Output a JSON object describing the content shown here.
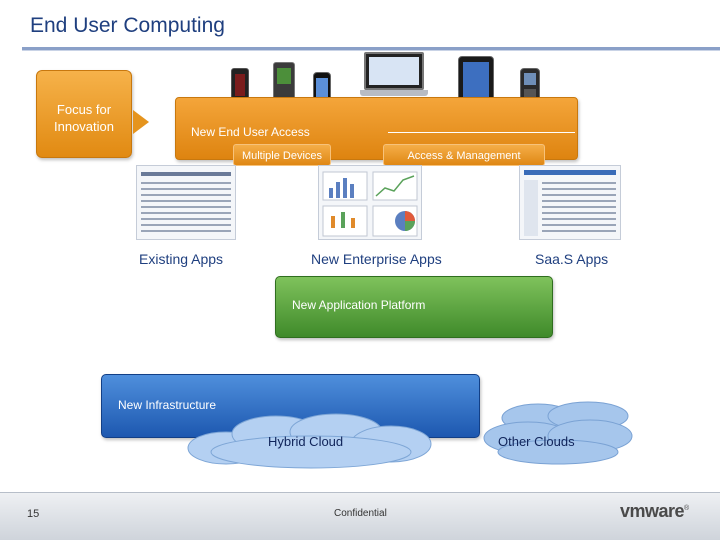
{
  "header": {
    "title": "End User Computing"
  },
  "focus": {
    "label": "Focus for Innovation"
  },
  "access": {
    "label": "New End User Access",
    "devices_label": "Multiple Devices",
    "management_label": "Access & Management"
  },
  "apps": {
    "existing": "Existing Apps",
    "enterprise": "New Enterprise Apps",
    "saas": "Saa.S Apps"
  },
  "platform": {
    "label": "New Application Platform"
  },
  "infrastructure": {
    "label": "New Infrastructure"
  },
  "clouds": {
    "hybrid": "Hybrid Cloud",
    "other": "Other Clouds"
  },
  "footer": {
    "page_number": "15",
    "confidential": "Confidential",
    "logo": "vmware"
  },
  "colors": {
    "title": "#1f3f7f",
    "orange": "#e18a12",
    "green": "#3f8a2a",
    "blue": "#1d58b0",
    "cloud": "#a8c8ee"
  }
}
